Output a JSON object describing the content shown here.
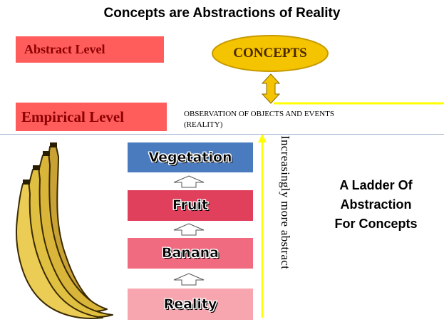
{
  "title": "Concepts are Abstractions of Reality",
  "levels": {
    "abstract": "Abstract Level",
    "empirical": "Empirical Level"
  },
  "concepts_label": "CONCEPTS",
  "observation_lines": [
    "OBSERVATION OF OBJECTS  AND EVENTS",
    "(REALITY)"
  ],
  "ladder": [
    {
      "label": "Vegetation"
    },
    {
      "label": "Fruit"
    },
    {
      "label": "Banana"
    },
    {
      "label": "Reality"
    }
  ],
  "vertical_label": "Increasingly more abstract",
  "ladder_title_lines": [
    "A Ladder Of",
    "Abstraction",
    "For Concepts"
  ],
  "colors": {
    "level_box": "#ff5c5c",
    "level_text": "#8b0000",
    "ellipse_fill": "#f5c400",
    "ellipse_stroke": "#c79a00",
    "concepts_text": "#4a2800",
    "yellow_line": "#ffff00",
    "divider": "#a9b8d3",
    "vegetation": "#4a7bbf",
    "fruit": "#e0405c",
    "banana": "#f06a80",
    "reality": "#f7a6b0",
    "banana_fill": "#d9b53a",
    "banana_outline": "#3a2a00"
  }
}
